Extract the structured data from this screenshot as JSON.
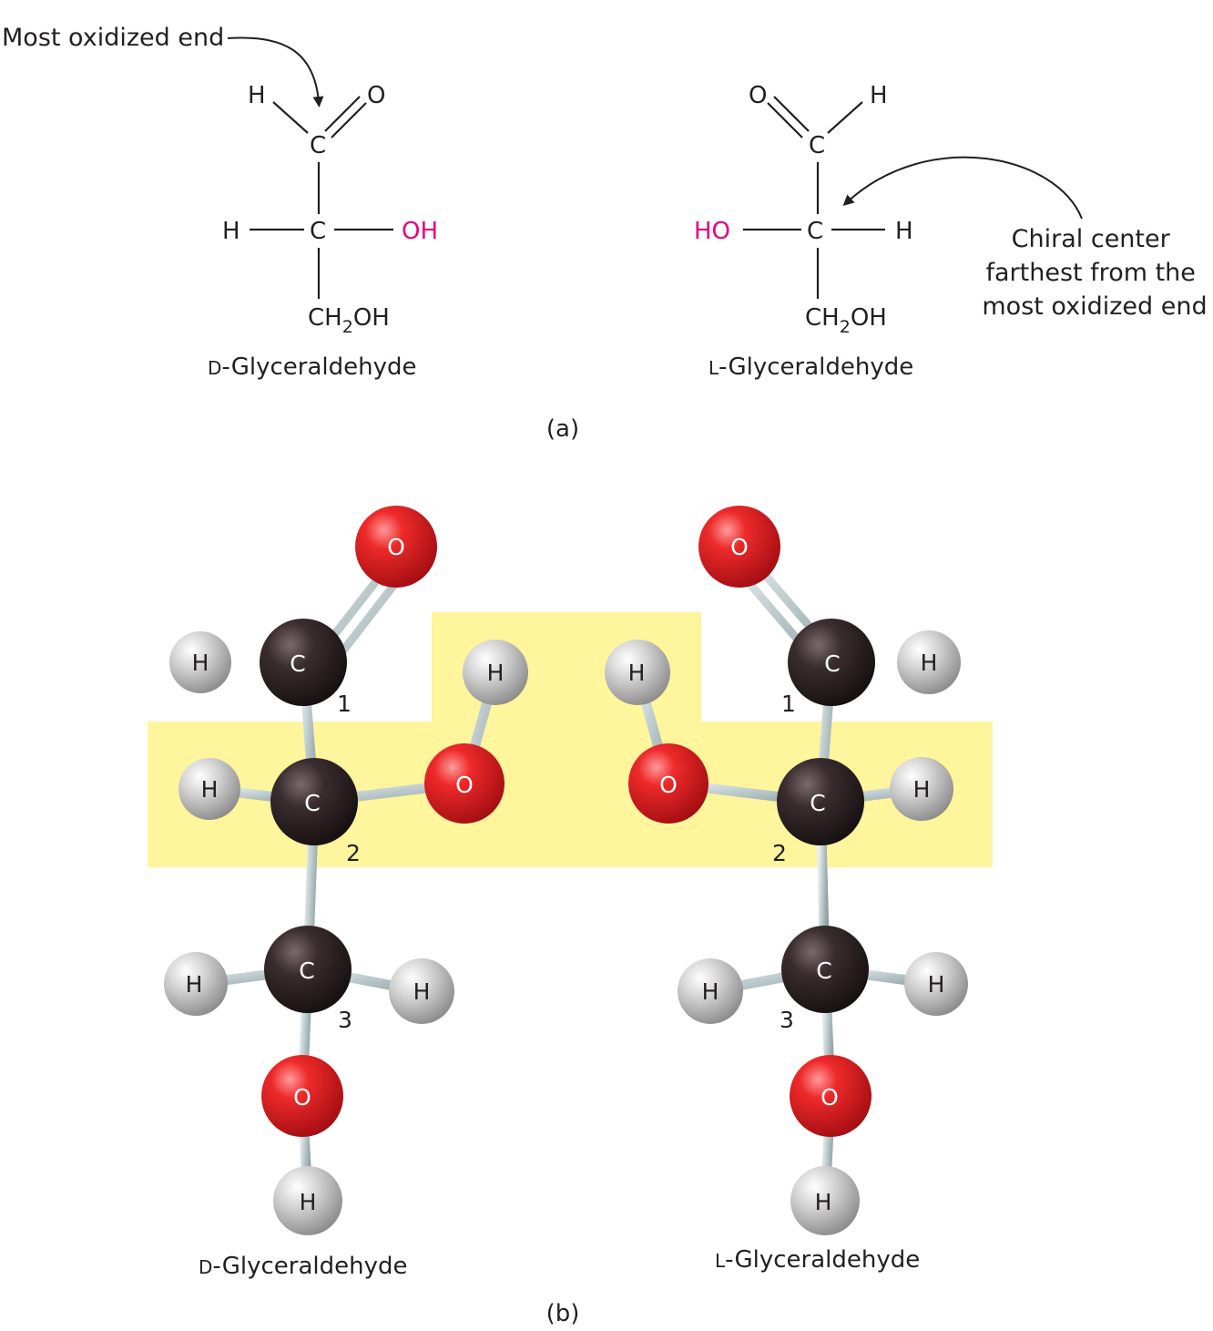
{
  "part_a": {
    "label": "(a)",
    "annotation_top": "Most oxidized end",
    "annotation_right": [
      "Chiral center",
      "farthest from the",
      "most oxidized end"
    ],
    "d_molecule": {
      "prefix": "D",
      "name": "-Glyceraldehyde",
      "atoms": {
        "h_top": "H",
        "o_top": "O",
        "c1": "C",
        "h_left": "H",
        "c2": "C",
        "oh": "OH",
        "ch2oh_ch": "CH",
        "ch2oh_sub": "2",
        "ch2oh_oh": "OH"
      }
    },
    "l_molecule": {
      "prefix": "L",
      "name": "-Glyceraldehyde",
      "atoms": {
        "o_top": "O",
        "h_top": "H",
        "c1": "C",
        "ho": "HO",
        "c2": "C",
        "h_right": "H",
        "ch2oh_ch": "CH",
        "ch2oh_sub": "2",
        "ch2oh_oh": "OH"
      }
    },
    "highlight_color": "#e6007e"
  },
  "part_b": {
    "label": "(b)",
    "d_model": {
      "prefix": "D",
      "name": "-Glyceraldehyde",
      "atoms": {
        "o1": "O",
        "h1": "H",
        "c1": "C",
        "h_oh": "H",
        "h2": "H",
        "c2": "C",
        "o2": "O",
        "h3a": "H",
        "c3": "C",
        "h3b": "H",
        "o3": "O",
        "h_o3": "H"
      },
      "numbers": [
        "1",
        "2",
        "3"
      ]
    },
    "l_model": {
      "prefix": "L",
      "name": "-Glyceraldehyde",
      "atoms": {
        "o1": "O",
        "c1": "C",
        "h1": "H",
        "h_oh": "H",
        "o2": "O",
        "c2": "C",
        "h2": "H",
        "h3a": "H",
        "c3": "C",
        "h3b": "H",
        "o3": "O",
        "h_o3": "H"
      },
      "numbers": [
        "1",
        "2",
        "3"
      ]
    },
    "colors": {
      "carbon": "#2b2022",
      "oxygen": "#e31b23",
      "hydrogen": "#c8c8c8",
      "bond": "#b9c9cc",
      "highlight": "#fff59c"
    }
  }
}
